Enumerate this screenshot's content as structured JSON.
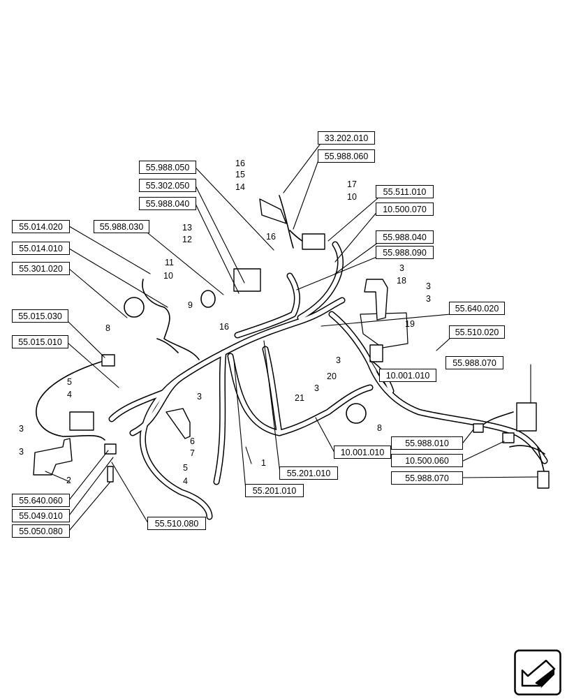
{
  "refs": {
    "r33_202_010": "33.202.010",
    "r55_988_060": "55.988.060",
    "r55_988_050": "55.988.050",
    "r55_302_050": "55.302.050",
    "r55_988_040_a": "55.988.040",
    "r55_511_010": "55.511.010",
    "r10_500_070": "10.500.070",
    "r55_988_040_b": "55.988.040",
    "r55_988_090": "55.988.090",
    "r55_014_020": "55.014.020",
    "r55_988_030": "55.988.030",
    "r55_014_010": "55.014.010",
    "r55_301_020": "55.301.020",
    "r55_640_020": "55.640.020",
    "r55_510_020": "55.510.020",
    "r55_015_030": "55.015.030",
    "r55_015_010": "55.015.010",
    "r10_001_010_a": "10.001.010",
    "r55_988_070_a": "55.988.070",
    "r55_988_010": "55.988.010",
    "r10_500_060": "10.500.060",
    "r55_988_070_b": "55.988.070",
    "r10_001_010_b": "10.001.010",
    "r55_201_010_a": "55.201.010",
    "r55_201_010_b": "55.201.010",
    "r55_640_060": "55.640.060",
    "r55_049_010": "55.049.010",
    "r55_050_080": "55.050.080",
    "r55_510_080": "55.510.080"
  },
  "items": {
    "i16a": "16",
    "i15": "15",
    "i14": "14",
    "i17": "17",
    "i10a": "10",
    "i13": "13",
    "i12": "12",
    "i16b": "16",
    "i11": "11",
    "i10b": "10",
    "i9": "9",
    "i8a": "8",
    "i16c": "16",
    "i3a": "3",
    "i18": "18",
    "i3b": "3",
    "i3c": "3",
    "i19": "19",
    "i3d": "3",
    "i20": "20",
    "i3e": "3",
    "i21": "21",
    "i8b": "8",
    "i3f": "3",
    "i6": "6",
    "i7": "7",
    "i5a": "5",
    "i4a": "4",
    "i3g": "3",
    "i3h": "3",
    "i2": "2",
    "i5b": "5",
    "i4b": "4",
    "i1": "1"
  },
  "nav_icon": "arrow-left-down-icon"
}
